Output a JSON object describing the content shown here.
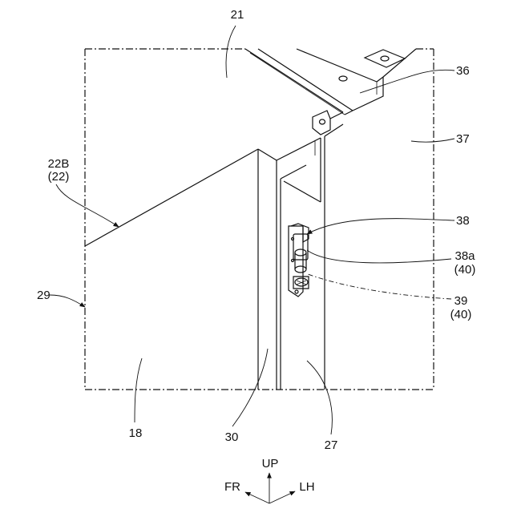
{
  "labels": {
    "l21": "21",
    "l36": "36",
    "l37": "37",
    "l22b": "22B",
    "l22": "(22)",
    "l38": "38",
    "l38a": "38a",
    "l40a": "(40)",
    "l39": "39",
    "l40b": "(40)",
    "l29": "29",
    "l18": "18",
    "l30": "30",
    "l27": "27"
  },
  "directions": {
    "up": "UP",
    "fr": "FR",
    "lh": "LH"
  }
}
